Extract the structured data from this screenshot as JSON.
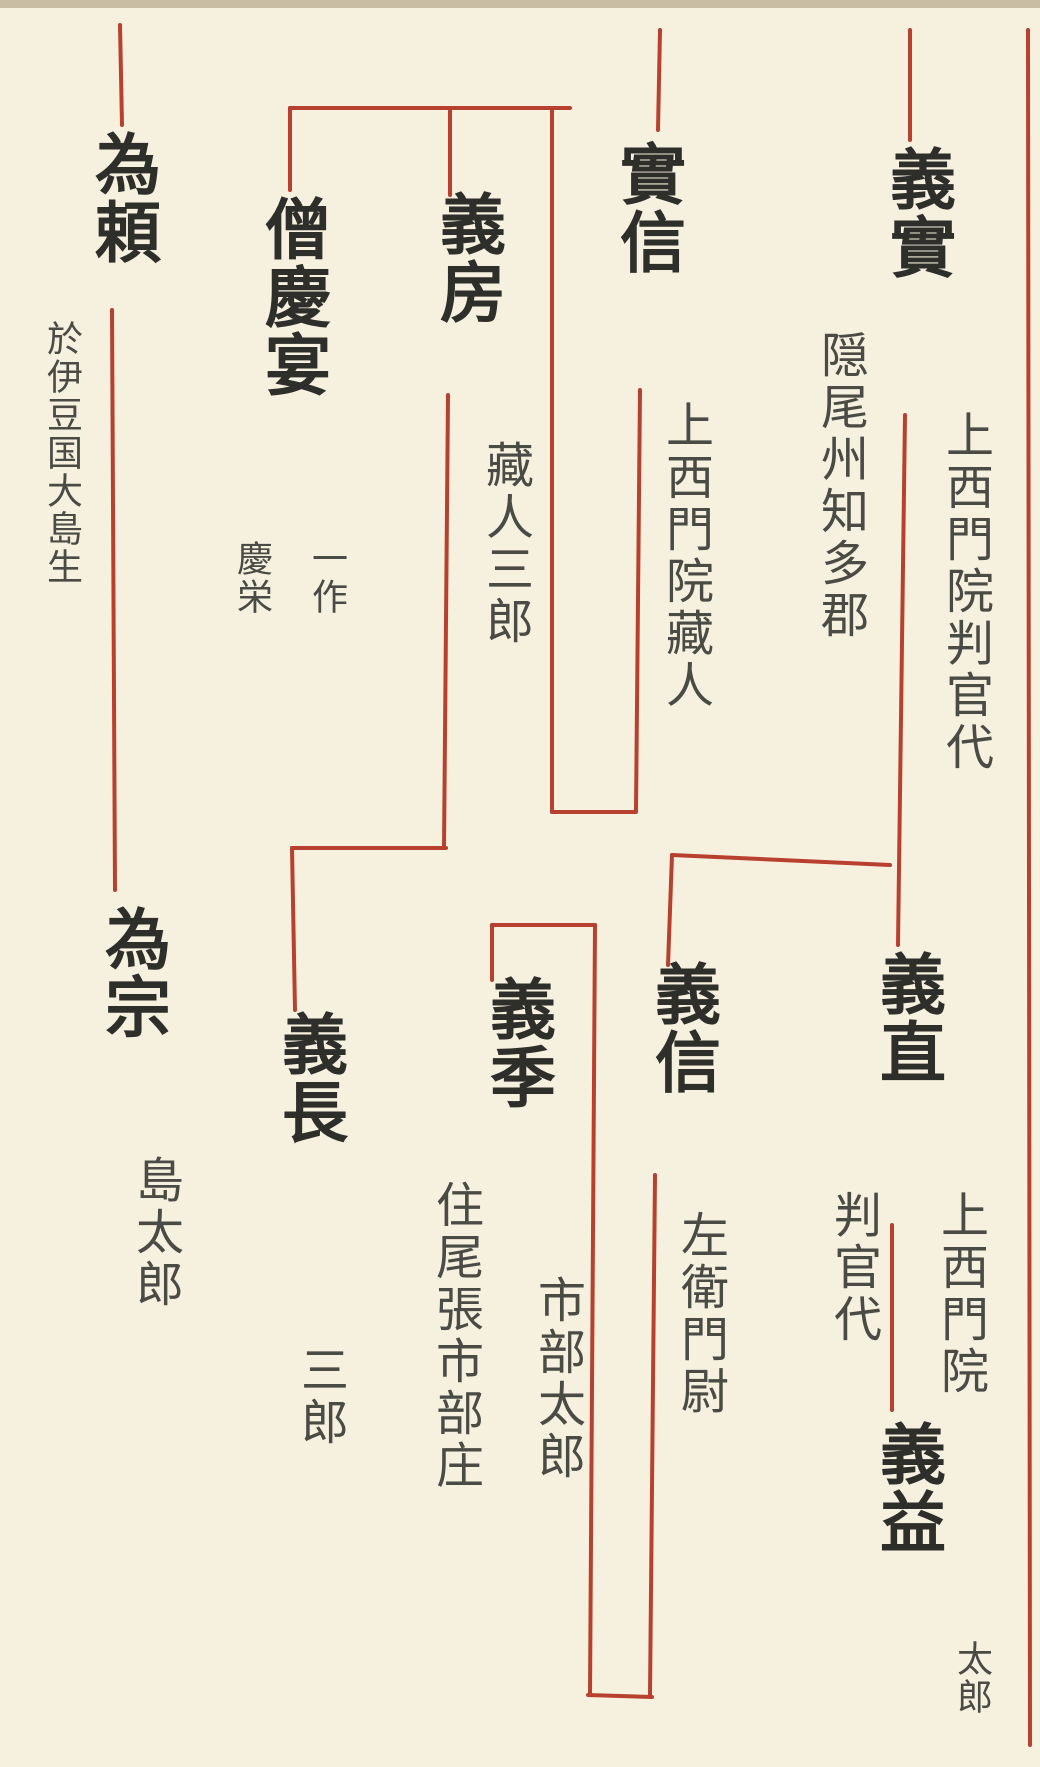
{
  "genealogy": {
    "persons": [
      {
        "key": "yoshizane",
        "name": "義實",
        "notes": [
          "上西門院判官代",
          "隠尾州知多郡"
        ]
      },
      {
        "key": "sanenobu",
        "name": "實信",
        "notes": [
          "上西門院藏人"
        ]
      },
      {
        "key": "yoshifusa",
        "name": "義房",
        "notes": [
          "藏人三郎"
        ]
      },
      {
        "key": "sokeien",
        "name": "僧慶宴",
        "notes": [
          "一作",
          "慶栄"
        ]
      },
      {
        "key": "tameyori",
        "name": "為頼",
        "notes": [
          "於伊豆国大島生"
        ]
      },
      {
        "key": "yoshinao",
        "name": "義直",
        "notes": [
          "上西門院",
          "判官代"
        ]
      },
      {
        "key": "yoshimasu",
        "name": "義益",
        "notes": [
          "太郎"
        ]
      },
      {
        "key": "yoshinobu",
        "name": "義信",
        "notes": [
          "左衛門尉"
        ]
      },
      {
        "key": "yoshisue",
        "name": "義季",
        "notes": [
          "市部太郎",
          "住尾張市部庄"
        ]
      },
      {
        "key": "yoshinaga",
        "name": "義長",
        "notes": [
          "三郎"
        ]
      },
      {
        "key": "tamemune",
        "name": "為宗",
        "notes": [
          "島太郎"
        ]
      }
    ]
  },
  "colors": {
    "paper": "#f6f0df",
    "ink": "#2e2e2b",
    "line": "#b8402f"
  }
}
